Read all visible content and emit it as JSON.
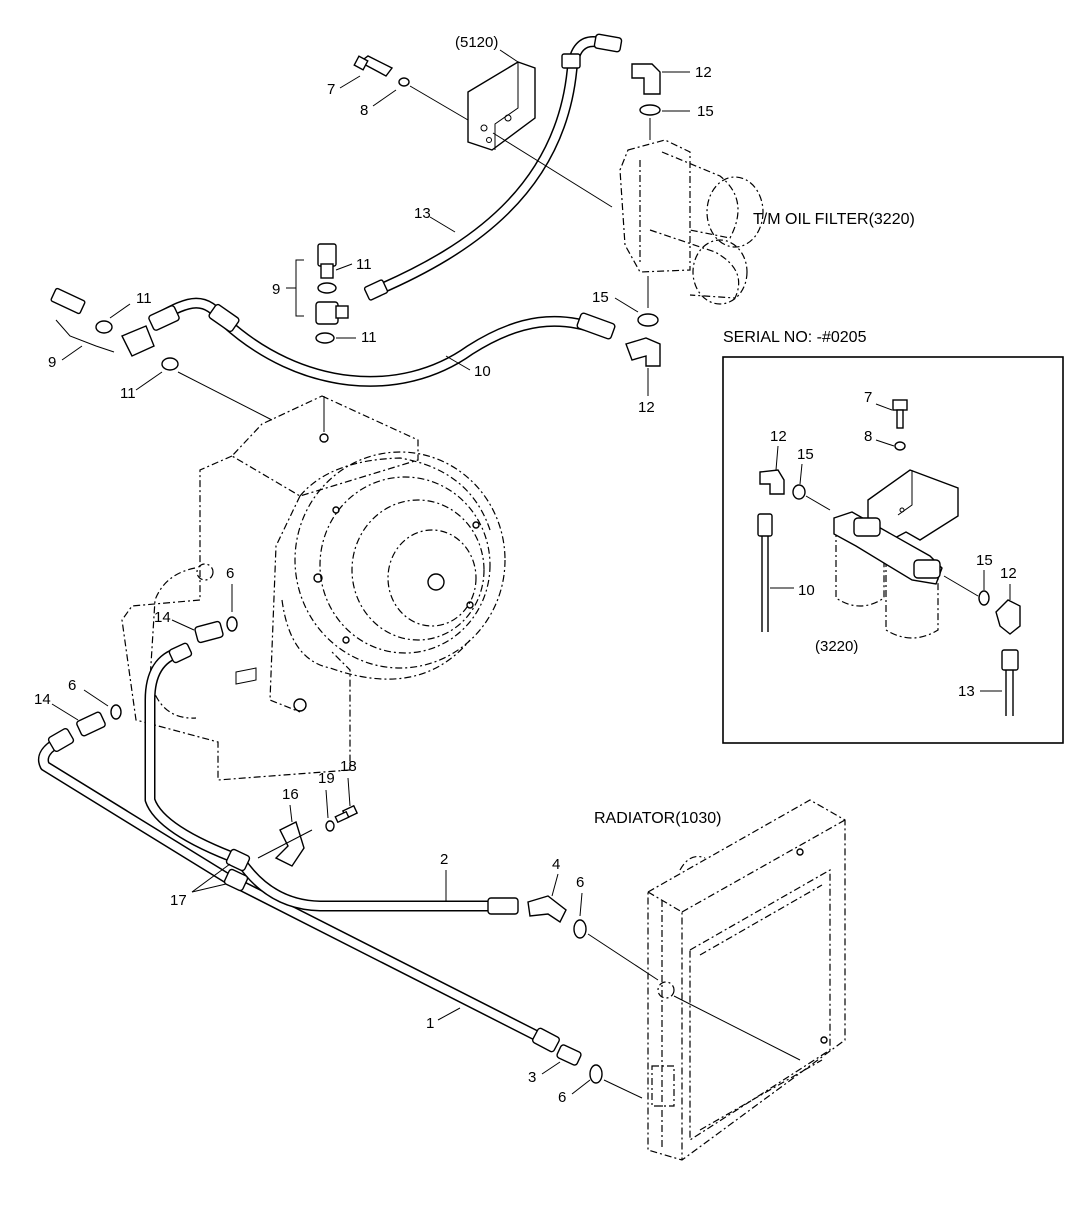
{
  "labels": {
    "bracket": "(5120)",
    "filter": "T/M OIL FILTER(3220)",
    "serial": "SERIAL NO: -#0205",
    "inset_filter": "(3220)",
    "radiator": "RADIATOR(1030)"
  },
  "callouts": {
    "c1": "1",
    "c2": "2",
    "c3": "3",
    "c4": "4",
    "c6a": "6",
    "c6b": "6",
    "c6c": "6",
    "c6d": "6",
    "c7": "7",
    "c8": "8",
    "c9a": "9",
    "c9b": "9",
    "c10": "10",
    "c11a": "11",
    "c11b": "11",
    "c11c": "11",
    "c11d": "11",
    "c12a": "12",
    "c12b": "12",
    "c13": "13",
    "c14a": "14",
    "c14b": "14",
    "c15a": "15",
    "c15b": "15",
    "c16": "16",
    "c17": "17",
    "c18": "18",
    "c19": "19"
  },
  "inset_callouts": {
    "i7": "7",
    "i8": "8",
    "i10": "10",
    "i12a": "12",
    "i12b": "12",
    "i13": "13",
    "i15a": "15",
    "i15b": "15"
  }
}
